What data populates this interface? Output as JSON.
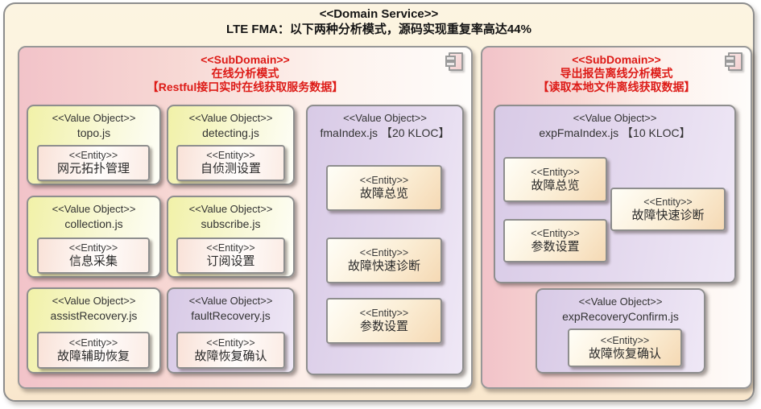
{
  "domain": {
    "stereotype": "<<Domain Service>>",
    "title": "LTE FMA：以下两种分析模式，源码实现重复率高达44%"
  },
  "subdomains": [
    {
      "stereotype": "<<SubDomain>>",
      "name": "在线分析模式",
      "note": "【Restful接口实时在线获取服务数据】",
      "icon": "component-icon",
      "value_objects": [
        {
          "stereotype": "<<Value Object>>",
          "name": "topo.js",
          "entities": [
            {
              "stereotype": "<<Entity>>",
              "name": "网元拓扑管理"
            }
          ]
        },
        {
          "stereotype": "<<Value Object>>",
          "name": "collection.js",
          "entities": [
            {
              "stereotype": "<<Entity>>",
              "name": "信息采集"
            }
          ]
        },
        {
          "stereotype": "<<Value Object>>",
          "name": "assistRecovery.js",
          "entities": [
            {
              "stereotype": "<<Entity>>",
              "name": "故障辅助恢复"
            }
          ]
        },
        {
          "stereotype": "<<Value Object>>",
          "name": "detecting.js",
          "entities": [
            {
              "stereotype": "<<Entity>>",
              "name": "自侦测设置"
            }
          ]
        },
        {
          "stereotype": "<<Value Object>>",
          "name": "subscribe.js",
          "entities": [
            {
              "stereotype": "<<Entity>>",
              "name": "订阅设置"
            }
          ]
        },
        {
          "stereotype": "<<Value Object>>",
          "name": "faultRecovery.js",
          "entities": [
            {
              "stereotype": "<<Entity>>",
              "name": "故障恢复确认"
            }
          ]
        },
        {
          "stereotype": "<<Value Object>>",
          "name": "fmaIndex.js 【20 KLOC】",
          "entities": [
            {
              "stereotype": "<<Entity>>",
              "name": "故障总览"
            },
            {
              "stereotype": "<<Entity>>",
              "name": "故障快速诊断"
            },
            {
              "stereotype": "<<Entity>>",
              "name": "参数设置"
            }
          ]
        }
      ]
    },
    {
      "stereotype": "<<SubDomain>>",
      "name": "导出报告离线分析模式",
      "note": "【读取本地文件离线获取数据】",
      "icon": "component-icon",
      "value_objects": [
        {
          "stereotype": "<<Value Object>>",
          "name": "expFmaIndex.js 【10 KLOC】",
          "entities": [
            {
              "stereotype": "<<Entity>>",
              "name": "故障总览"
            },
            {
              "stereotype": "<<Entity>>",
              "name": "故障快速诊断"
            },
            {
              "stereotype": "<<Entity>>",
              "name": "参数设置"
            }
          ]
        },
        {
          "stereotype": "<<Value Object>>",
          "name": "expRecoveryConfirm.js",
          "entities": [
            {
              "stereotype": "<<Entity>>",
              "name": "故障恢复确认"
            }
          ]
        }
      ]
    }
  ],
  "colors": {
    "domain_bg": "#FBF2DC",
    "subdomain_pink": "#F2C3C9",
    "value_object_yellow": "#F1F1A8",
    "value_object_purple": "#D8CAE6",
    "entity_pink": "#F9E2D8",
    "entity_peach": "#F5D9B4",
    "stereotype_red": "#DD1B17",
    "border_gray": "#8E8E8E"
  }
}
